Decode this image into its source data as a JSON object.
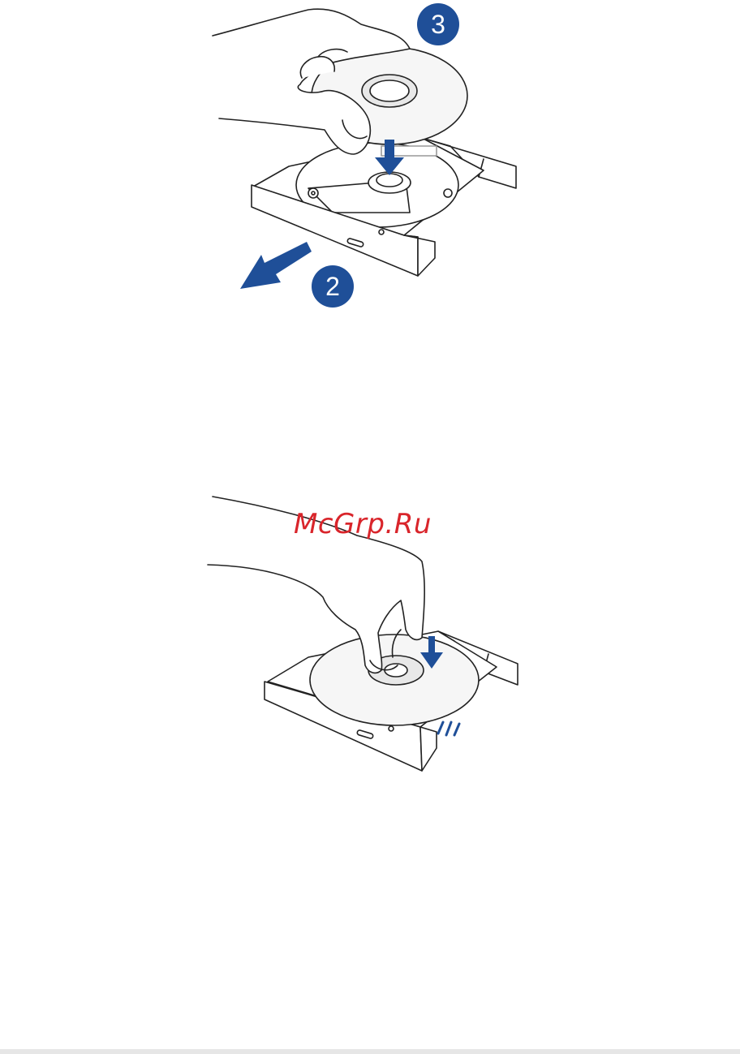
{
  "steps": {
    "eject_tray": "2",
    "place_disc": "3"
  },
  "watermark": "McGrp.Ru",
  "colors": {
    "accent": "#1f4f98",
    "watermark": "#d9252b",
    "line": "#222222"
  },
  "icons": {
    "down_arrow": "arrow-down-icon",
    "pull_arrow": "arrow-pull-icon",
    "click_marks": "snap-marks-icon"
  }
}
